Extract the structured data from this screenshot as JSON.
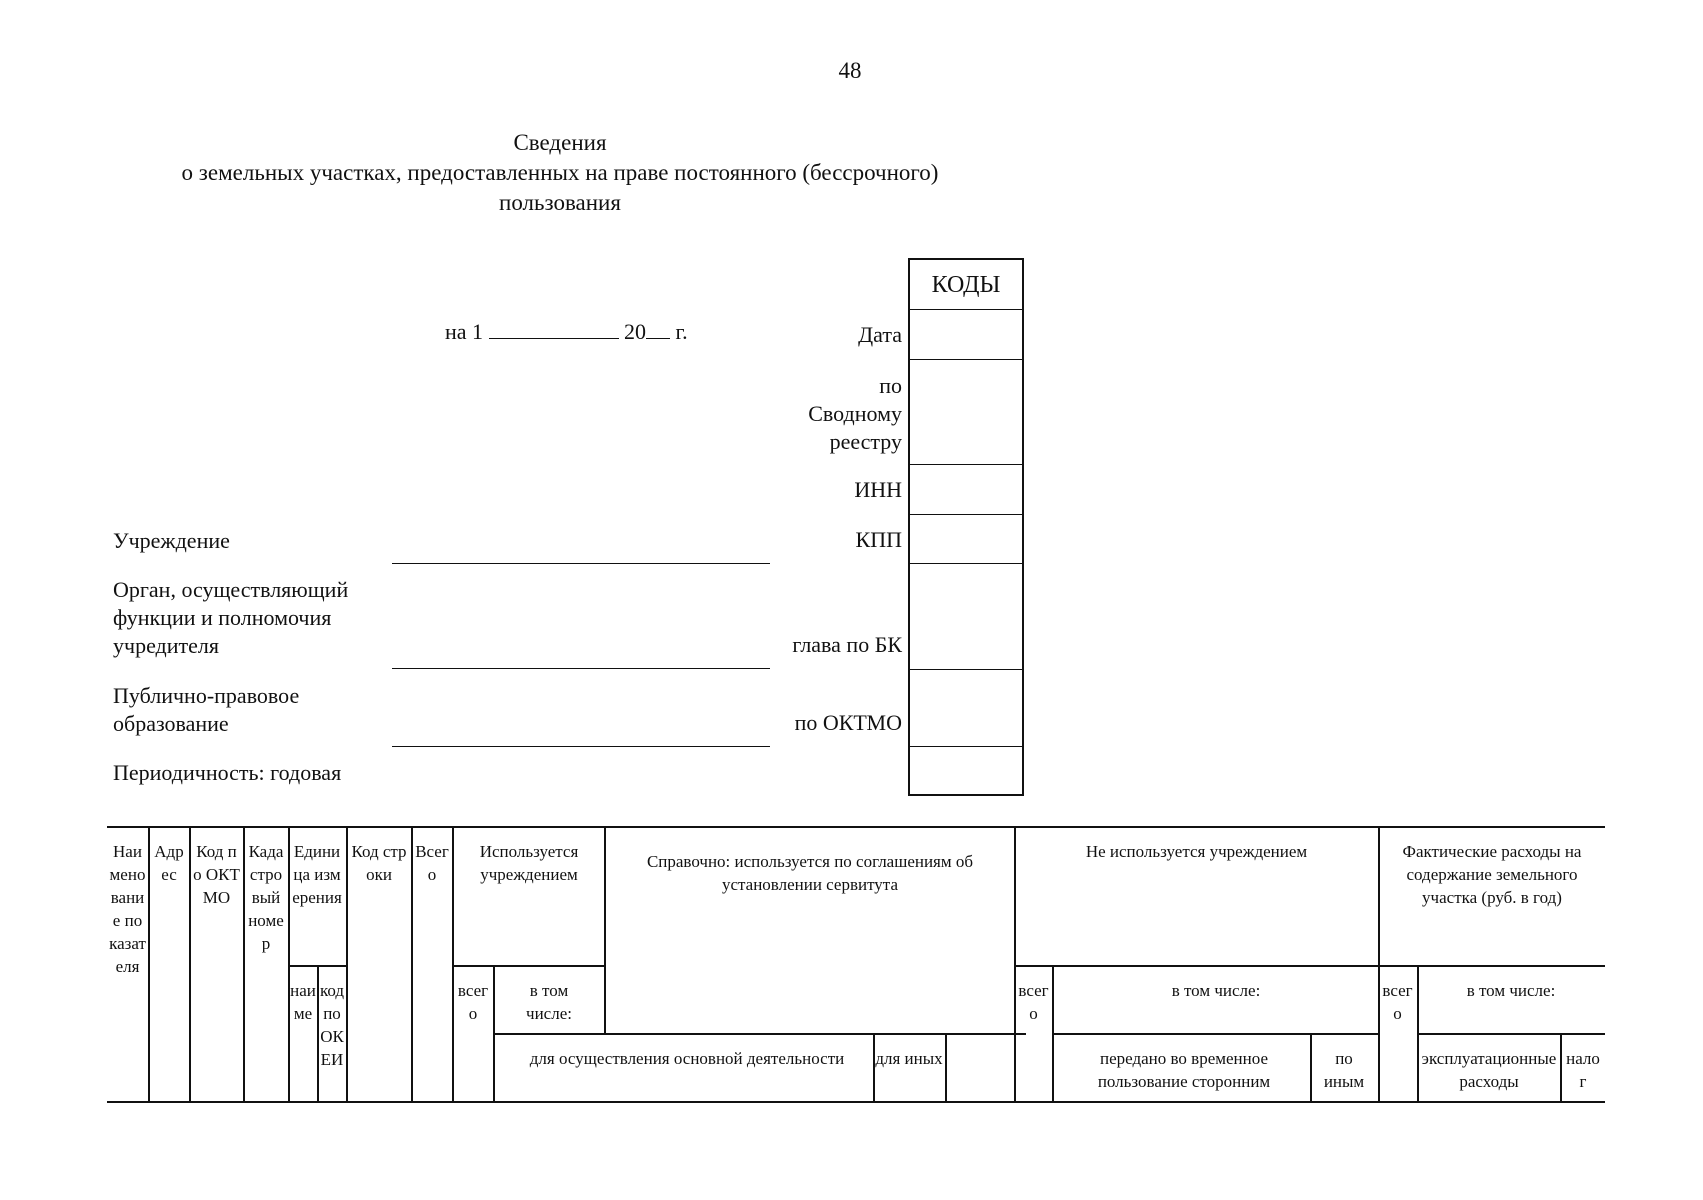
{
  "page_number": "48",
  "title": {
    "line1": "Сведения",
    "line2": "о земельных участках, предоставленных на праве постоянного (бессрочного)",
    "line3": "пользования"
  },
  "date_line": {
    "prefix": "на 1",
    "year": "20",
    "suffix": "г."
  },
  "left_fields": {
    "institution": "Учреждение",
    "organ": [
      "Орган, осуществляющий",
      "функции и полномочия",
      "учредителя"
    ],
    "public_entity": [
      "Публично-правовое",
      "образование"
    ],
    "periodicity": "Периодичность: годовая"
  },
  "codes": {
    "header": "КОДЫ",
    "date": "Дата",
    "registry": [
      "по",
      "Сводному",
      "реестру"
    ],
    "inn": "ИНН",
    "kpp": "КПП",
    "bk": "глава по БК",
    "oktmo": "по ОКТМО"
  },
  "table": {
    "col_name": "Наименование показателя",
    "col_address": "Адрес",
    "col_oktmo": "Код по ОКТМО",
    "col_cadastral": "Кадастровый номер",
    "col_unit": "Единица измерения",
    "col_unit_name": "наиме",
    "col_unit_code": "код по ОКЕИ",
    "col_line_code": "Код строки",
    "col_total": "Всего",
    "col_used": "Используется учреждением",
    "col_used_total": "всего",
    "col_including": "в том числе:",
    "col_main_activity": "для осуществления основной деятельности",
    "col_other": "для иных",
    "col_servitude": "Справочно: используется по соглашениям об установлении сервитута",
    "col_not_used": "Не используется учреждением",
    "col_not_used_total": "всего",
    "col_not_used_including": "в том числе:",
    "col_temporary": "передано во временное пользование сторонним",
    "col_other_reasons": "по иным",
    "col_expenses": "Фактические расходы на содержание земельного участка (руб. в год)",
    "col_expenses_total": "всего",
    "col_expenses_including": "в том числе:",
    "col_operational": "эксплуатационные расходы",
    "col_tax": "налог"
  }
}
